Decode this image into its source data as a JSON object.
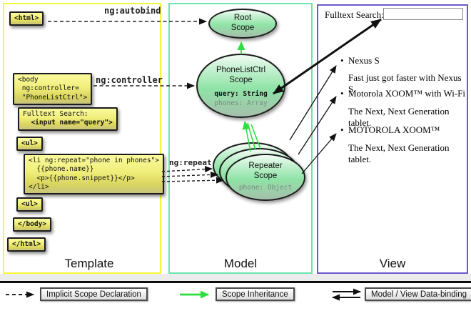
{
  "labels": {
    "ng_autobind": "ng:autobind",
    "ng_controller": "ng:controller",
    "ng_repeat": "ng:repeat"
  },
  "template": {
    "column_label": "Template",
    "html_open": "<html>",
    "body_open": "<body\n ng:controller=\n \"PhoneListCtrl\">",
    "fulltext_label": "Fulltext Search:",
    "fulltext_input_code": "  <input name=\"query\">",
    "ul_1": "<ul>",
    "li_repeat": "<li ng:repeat=\"phone in phones\">\n  {{phone.name}}\n  <p>{{phone.snippet}}</p>\n</li>",
    "ul_2": "<ul>",
    "body_close": "</body>",
    "html_close": "</html>"
  },
  "model": {
    "column_label": "Model",
    "root_scope_title": "Root\nScope",
    "phonelist_title": "PhoneListCtrl\nScope",
    "phonelist_prop_query": "query: String",
    "phonelist_prop_phones": "phones: Array",
    "repeater_title": "Repeater\nScope",
    "repeater_prop_phone": "phone: Object"
  },
  "view": {
    "column_label": "View",
    "fulltext_label": "Fulltext Search:",
    "search_value": "",
    "items": [
      {
        "bullet": "•",
        "title": "Nexus S",
        "snippet": "Fast just got faster with Nexus S."
      },
      {
        "bullet": "•",
        "title": "Motorola XOOM™  with Wi-Fi",
        "snippet": "The Next, Next Generation tablet."
      },
      {
        "bullet": "•",
        "title": "MOTOROLA XOOM™",
        "snippet": "The Next, Next Generation tablet."
      }
    ]
  },
  "legend": {
    "implicit_label": "Implicit Scope Declaration",
    "inheritance_label": "Scope Inheritance",
    "binding_label": "Model / View Data-binding"
  },
  "colors": {
    "template_border": "#f6f63a",
    "model_border": "#6fe3ae",
    "view_border": "#6a5ad0",
    "scope_arrow_green": "#2ede3e",
    "arrow_black": "#111111",
    "code_box_yellow": "#f0ee7a",
    "scope_fill_green": "#8fe3a6"
  }
}
